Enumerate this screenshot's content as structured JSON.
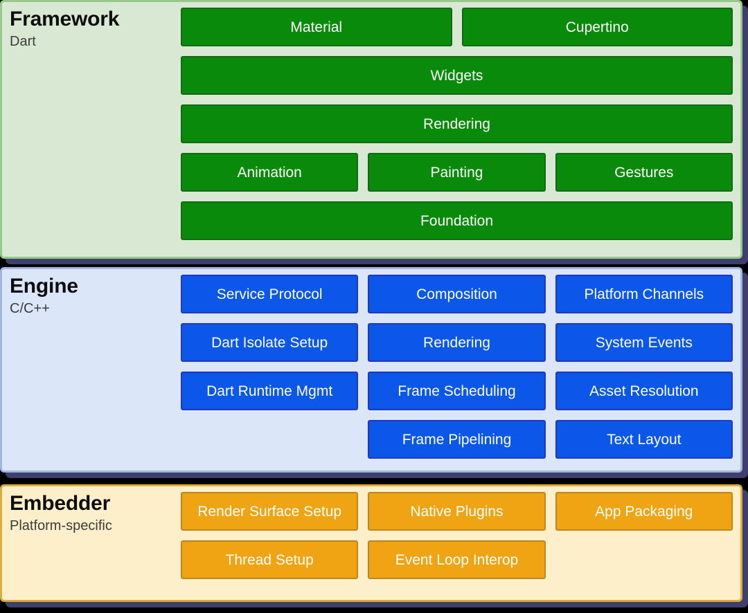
{
  "diagram": {
    "name": "Flutter architectural layers",
    "background_color": "#000000",
    "shadow_color": "#3f3f6e"
  },
  "layers": [
    {
      "id": "framework",
      "title": "Framework",
      "subtitle": "Dart",
      "panel_color": "#d8e8d2",
      "panel_border_color": "#97c98a",
      "box_color": "#0a8a0a",
      "box_border_color": "#0e6b12",
      "rows": [
        {
          "cells": [
            {
              "label": "Material",
              "span": 3
            },
            {
              "label": "Cupertino",
              "span": 3
            }
          ]
        },
        {
          "cells": [
            {
              "label": "Widgets",
              "span": 6
            }
          ]
        },
        {
          "cells": [
            {
              "label": "Rendering",
              "span": 6
            }
          ]
        },
        {
          "cells": [
            {
              "label": "Animation",
              "span": 2
            },
            {
              "label": "Painting",
              "span": 2
            },
            {
              "label": "Gestures",
              "span": 2
            }
          ]
        },
        {
          "cells": [
            {
              "label": "Foundation",
              "span": 6
            }
          ]
        }
      ]
    },
    {
      "id": "engine",
      "title": "Engine",
      "subtitle": "C/C++",
      "panel_color": "#dbe6f8",
      "panel_border_color": "#9fb6dd",
      "box_color": "#0a57e8",
      "box_border_color": "#2436c0",
      "rows": [
        {
          "cells": [
            {
              "label": "Service Protocol",
              "span": 2
            },
            {
              "label": "Composition",
              "span": 2
            },
            {
              "label": "Platform Channels",
              "span": 2
            }
          ]
        },
        {
          "cells": [
            {
              "label": "Dart Isolate Setup",
              "span": 2
            },
            {
              "label": "Rendering",
              "span": 2
            },
            {
              "label": "System Events",
              "span": 2
            }
          ]
        },
        {
          "cells": [
            {
              "label": "Dart Runtime Mgmt",
              "span": 2
            },
            {
              "label": "Frame Scheduling",
              "span": 2
            },
            {
              "label": "Asset Resolution",
              "span": 2
            }
          ]
        },
        {
          "cells": [
            {
              "label": "",
              "span": 2,
              "empty": true
            },
            {
              "label": "Frame Pipelining",
              "span": 2
            },
            {
              "label": "Text Layout",
              "span": 2
            }
          ]
        }
      ]
    },
    {
      "id": "embedder",
      "title": "Embedder",
      "subtitle": "Platform-specific",
      "panel_color": "#fdefc9",
      "panel_border_color": "#ddad3c",
      "box_color": "#eea413",
      "box_border_color": "#c1861b",
      "rows": [
        {
          "cells": [
            {
              "label": "Render Surface Setup",
              "span": 2
            },
            {
              "label": "Native Plugins",
              "span": 2
            },
            {
              "label": "App Packaging",
              "span": 2
            }
          ]
        },
        {
          "cells": [
            {
              "label": "Thread Setup",
              "span": 2
            },
            {
              "label": "Event Loop Interop",
              "span": 2
            },
            {
              "label": "",
              "span": 2,
              "empty": true
            }
          ]
        }
      ]
    }
  ]
}
